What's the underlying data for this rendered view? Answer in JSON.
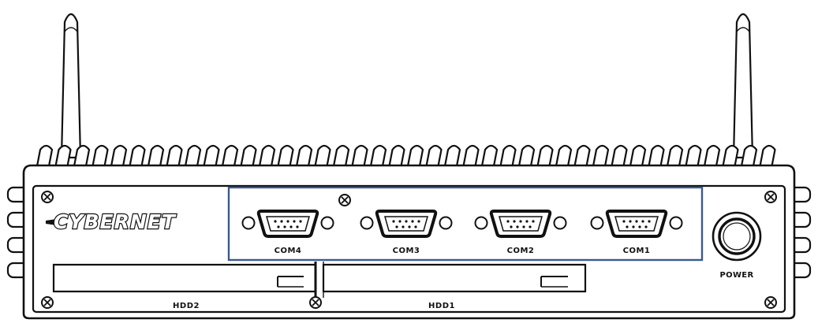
{
  "brand": {
    "logo": "CYBERNET"
  },
  "ports": [
    {
      "label": "COM4"
    },
    {
      "label": "COM3"
    },
    {
      "label": "COM2"
    },
    {
      "label": "COM1"
    }
  ],
  "bays": [
    {
      "label": "HDD2"
    },
    {
      "label": "HDD1"
    }
  ],
  "power": {
    "label": "POWER"
  },
  "colors": {
    "line": "#111111",
    "highlight": "#3a5a8c",
    "background": "#ffffff"
  },
  "icons": {
    "antenna": "antenna-icon",
    "screw": "screw-icon",
    "serial_port": "db9-connector-icon",
    "power_button": "power-button-icon"
  }
}
